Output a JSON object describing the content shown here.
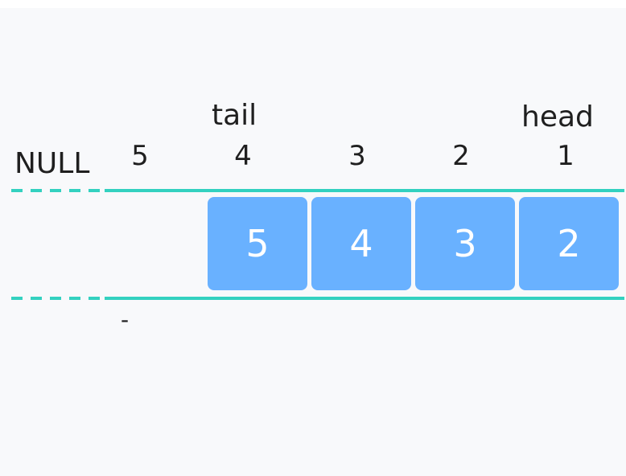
{
  "diagram": {
    "null_label": "NULL",
    "tail_label": "tail",
    "head_label": "head",
    "indices": [
      "5",
      "4",
      "3",
      "2",
      "1"
    ],
    "slots": [
      "5",
      "4",
      "3",
      "2"
    ],
    "bottom_mark": "-"
  },
  "colors": {
    "rail": "#33d1c0",
    "slot_fill": "#69b1ff",
    "slot_text": "#ffffff",
    "background": "#f8f9fb"
  }
}
